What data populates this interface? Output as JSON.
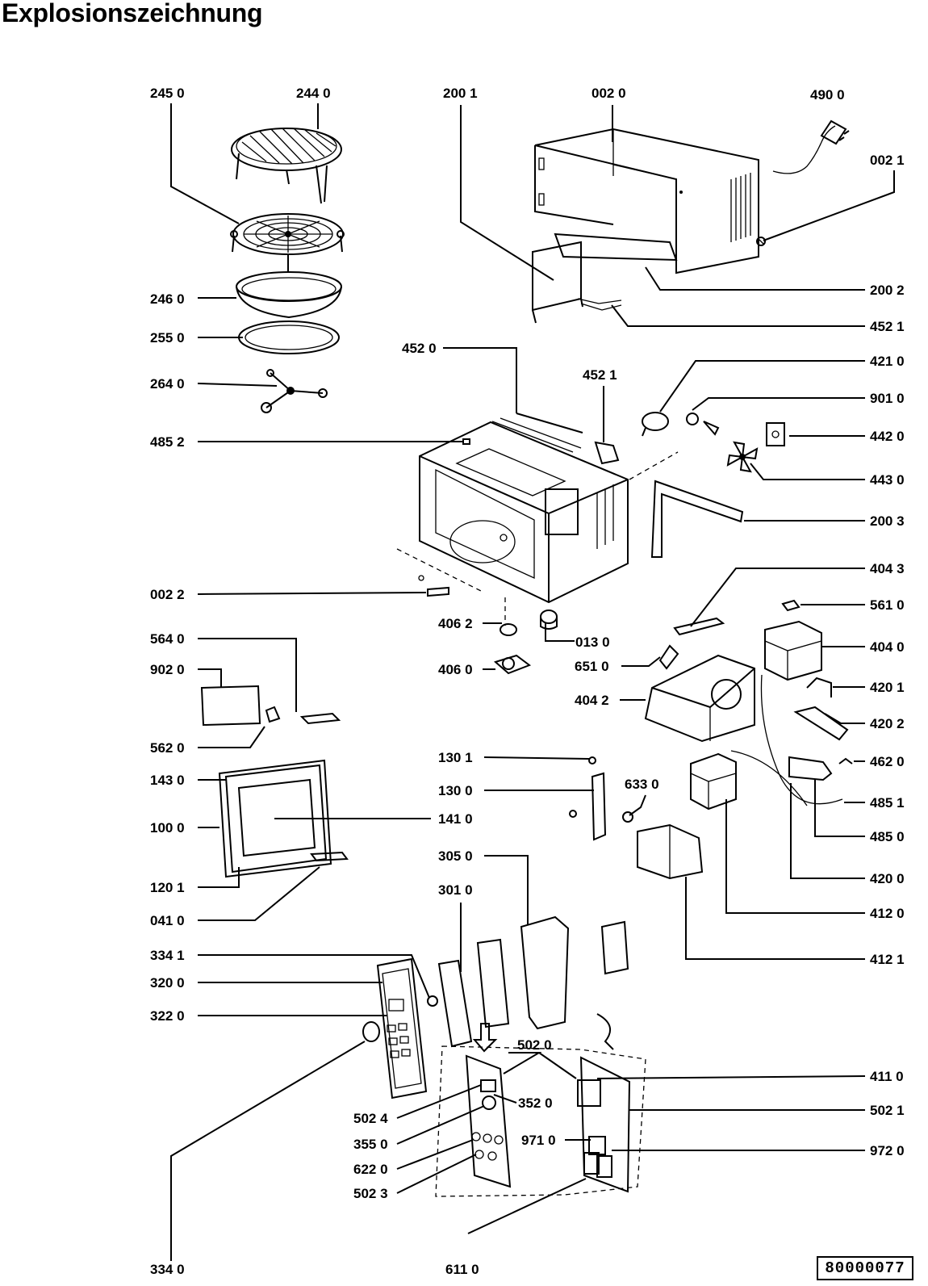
{
  "title": "Explosionszeichnung",
  "doc_number": "80000077",
  "labels": [
    {
      "id": "245-0",
      "text": "245 0"
    },
    {
      "id": "244-0",
      "text": "244 0"
    },
    {
      "id": "200-1",
      "text": "200 1"
    },
    {
      "id": "002-0",
      "text": "002 0"
    },
    {
      "id": "490-0",
      "text": "490 0"
    },
    {
      "id": "002-1",
      "text": "002 1"
    },
    {
      "id": "246-0",
      "text": "246 0"
    },
    {
      "id": "255-0",
      "text": "255 0"
    },
    {
      "id": "264-0",
      "text": "264 0"
    },
    {
      "id": "200-2",
      "text": "200 2"
    },
    {
      "id": "452-1a",
      "text": "452 1"
    },
    {
      "id": "452-0",
      "text": "452 0"
    },
    {
      "id": "452-1b",
      "text": "452 1"
    },
    {
      "id": "421-0",
      "text": "421 0"
    },
    {
      "id": "901-0",
      "text": "901 0"
    },
    {
      "id": "485-2",
      "text": "485 2"
    },
    {
      "id": "442-0",
      "text": "442 0"
    },
    {
      "id": "443-0",
      "text": "443 0"
    },
    {
      "id": "200-3",
      "text": "200 3"
    },
    {
      "id": "404-3",
      "text": "404 3"
    },
    {
      "id": "002-2",
      "text": "002 2"
    },
    {
      "id": "561-0",
      "text": "561 0"
    },
    {
      "id": "406-2",
      "text": "406 2"
    },
    {
      "id": "564-0",
      "text": "564 0"
    },
    {
      "id": "013-0",
      "text": "013 0"
    },
    {
      "id": "404-0",
      "text": "404 0"
    },
    {
      "id": "902-0",
      "text": "902 0"
    },
    {
      "id": "651-0",
      "text": "651 0"
    },
    {
      "id": "406-0",
      "text": "406 0"
    },
    {
      "id": "404-2",
      "text": "404 2"
    },
    {
      "id": "420-1",
      "text": "420 1"
    },
    {
      "id": "420-2",
      "text": "420 2"
    },
    {
      "id": "562-0",
      "text": "562 0"
    },
    {
      "id": "130-1",
      "text": "130 1"
    },
    {
      "id": "462-0",
      "text": "462 0"
    },
    {
      "id": "143-0",
      "text": "143 0"
    },
    {
      "id": "130-0",
      "text": "130 0"
    },
    {
      "id": "633-0",
      "text": "633 0"
    },
    {
      "id": "485-1",
      "text": "485 1"
    },
    {
      "id": "100-0",
      "text": "100 0"
    },
    {
      "id": "141-0",
      "text": "141 0"
    },
    {
      "id": "485-0",
      "text": "485 0"
    },
    {
      "id": "305-0",
      "text": "305 0"
    },
    {
      "id": "120-1",
      "text": "120 1"
    },
    {
      "id": "301-0",
      "text": "301 0"
    },
    {
      "id": "420-0",
      "text": "420 0"
    },
    {
      "id": "041-0",
      "text": "041 0"
    },
    {
      "id": "412-0",
      "text": "412 0"
    },
    {
      "id": "412-1",
      "text": "412 1"
    },
    {
      "id": "334-1",
      "text": "334 1"
    },
    {
      "id": "320-0",
      "text": "320 0"
    },
    {
      "id": "322-0",
      "text": "322 0"
    },
    {
      "id": "502-0",
      "text": "502 0"
    },
    {
      "id": "411-0",
      "text": "411 0"
    },
    {
      "id": "502-4",
      "text": "502 4"
    },
    {
      "id": "352-0",
      "text": "352 0"
    },
    {
      "id": "502-1",
      "text": "502 1"
    },
    {
      "id": "355-0",
      "text": "355 0"
    },
    {
      "id": "971-0",
      "text": "971 0"
    },
    {
      "id": "972-0",
      "text": "972 0"
    },
    {
      "id": "622-0",
      "text": "622 0"
    },
    {
      "id": "502-3",
      "text": "502 3"
    },
    {
      "id": "334-0",
      "text": "334 0"
    },
    {
      "id": "611-0",
      "text": "611 0"
    }
  ]
}
